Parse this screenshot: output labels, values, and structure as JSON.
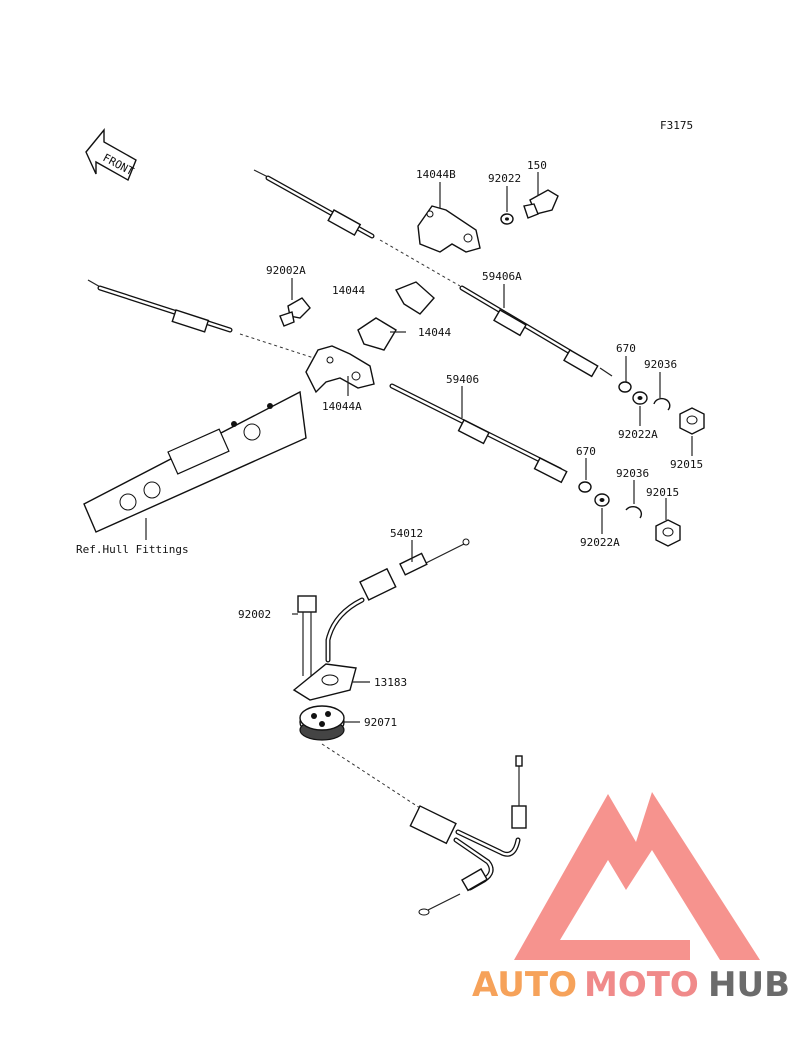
{
  "figure_code": "F3175",
  "front_arrow_label": "FRONT",
  "ref_label": "Ref.Hull Fittings",
  "part_labels": {
    "p14044B": "14044B",
    "p92022_top": "92022",
    "p150": "150",
    "p92002A": "92002A",
    "p14044_a": "14044",
    "p14044_b": "14044",
    "p14044A": "14044A",
    "p59406A": "59406A",
    "p59406": "59406",
    "p670_a": "670",
    "p670_b": "670",
    "p92036_a": "92036",
    "p92036_b": "92036",
    "p92022A_a": "92022A",
    "p92022A_b": "92022A",
    "p92015_a": "92015",
    "p92015_b": "92015",
    "p54012": "54012",
    "p92002": "92002",
    "p13183": "13183",
    "p92071": "92071"
  },
  "watermark": {
    "part1": "AUTO",
    "part2": "MOTO",
    "part3": "HUB",
    "color1": "#f6a25a",
    "color2": "#f08a8a",
    "color3": "#6b6b6b",
    "logo_color": "#f4807a"
  }
}
